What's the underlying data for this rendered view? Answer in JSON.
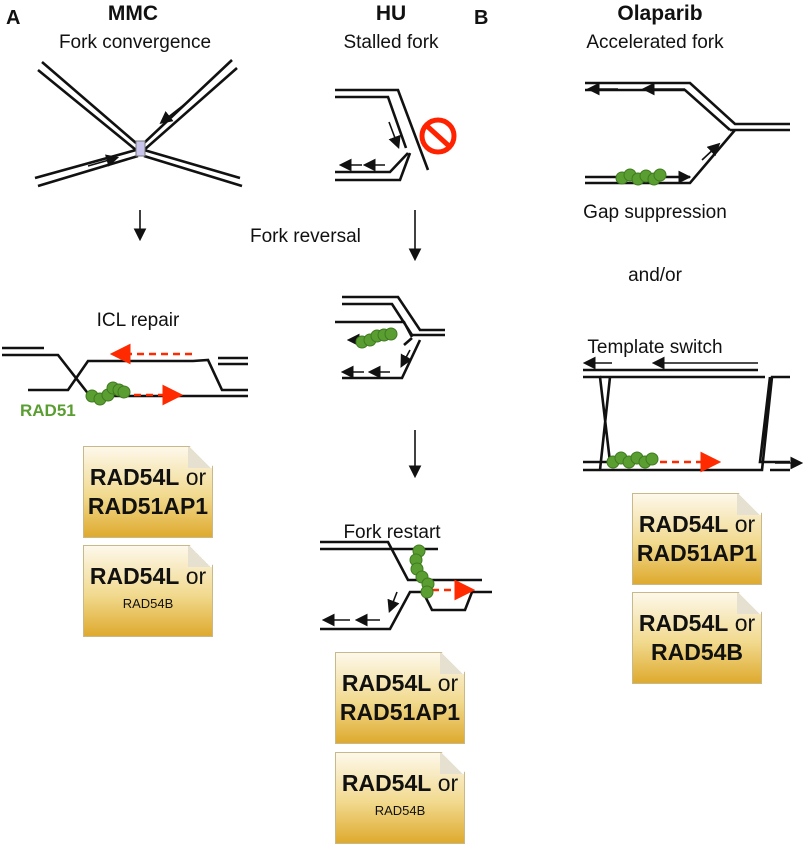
{
  "panels": {
    "a": "A",
    "b": "B"
  },
  "columns": {
    "mmc": {
      "title": "MMC",
      "subtitle": "Fork convergence",
      "step": "ICL repair",
      "protein_label": "RAD51"
    },
    "hu": {
      "title": "HU",
      "subtitle": "Stalled fork",
      "step1": "Fork reversal",
      "step2": "Fork restart"
    },
    "olaparib": {
      "title": "Olaparib",
      "subtitle": "Accelerated fork",
      "step1": "Gap suppression",
      "connector": "and/or",
      "step2": "Template switch"
    }
  },
  "boxes": {
    "mmc": [
      {
        "gene": "RAD54L",
        "or": "or",
        "alt": "RAD51AP1"
      },
      {
        "gene": "RAD54L",
        "or": "or",
        "alt": "RAD54B"
      }
    ],
    "hu": [
      {
        "gene": "RAD54L",
        "or": "or",
        "alt": "RAD51AP1"
      },
      {
        "gene": "RAD54L",
        "or": "or",
        "alt": "RAD54B"
      }
    ],
    "olaparib": [
      {
        "gene": "RAD54L",
        "or": "or",
        "alt": "RAD51AP1"
      },
      {
        "gene": "RAD54L",
        "or": "or",
        "alt": "RAD54B"
      }
    ]
  },
  "colors": {
    "rad51": "#5a9e32",
    "arrow_red": "#ff2a00",
    "stop": "#ff2200"
  }
}
